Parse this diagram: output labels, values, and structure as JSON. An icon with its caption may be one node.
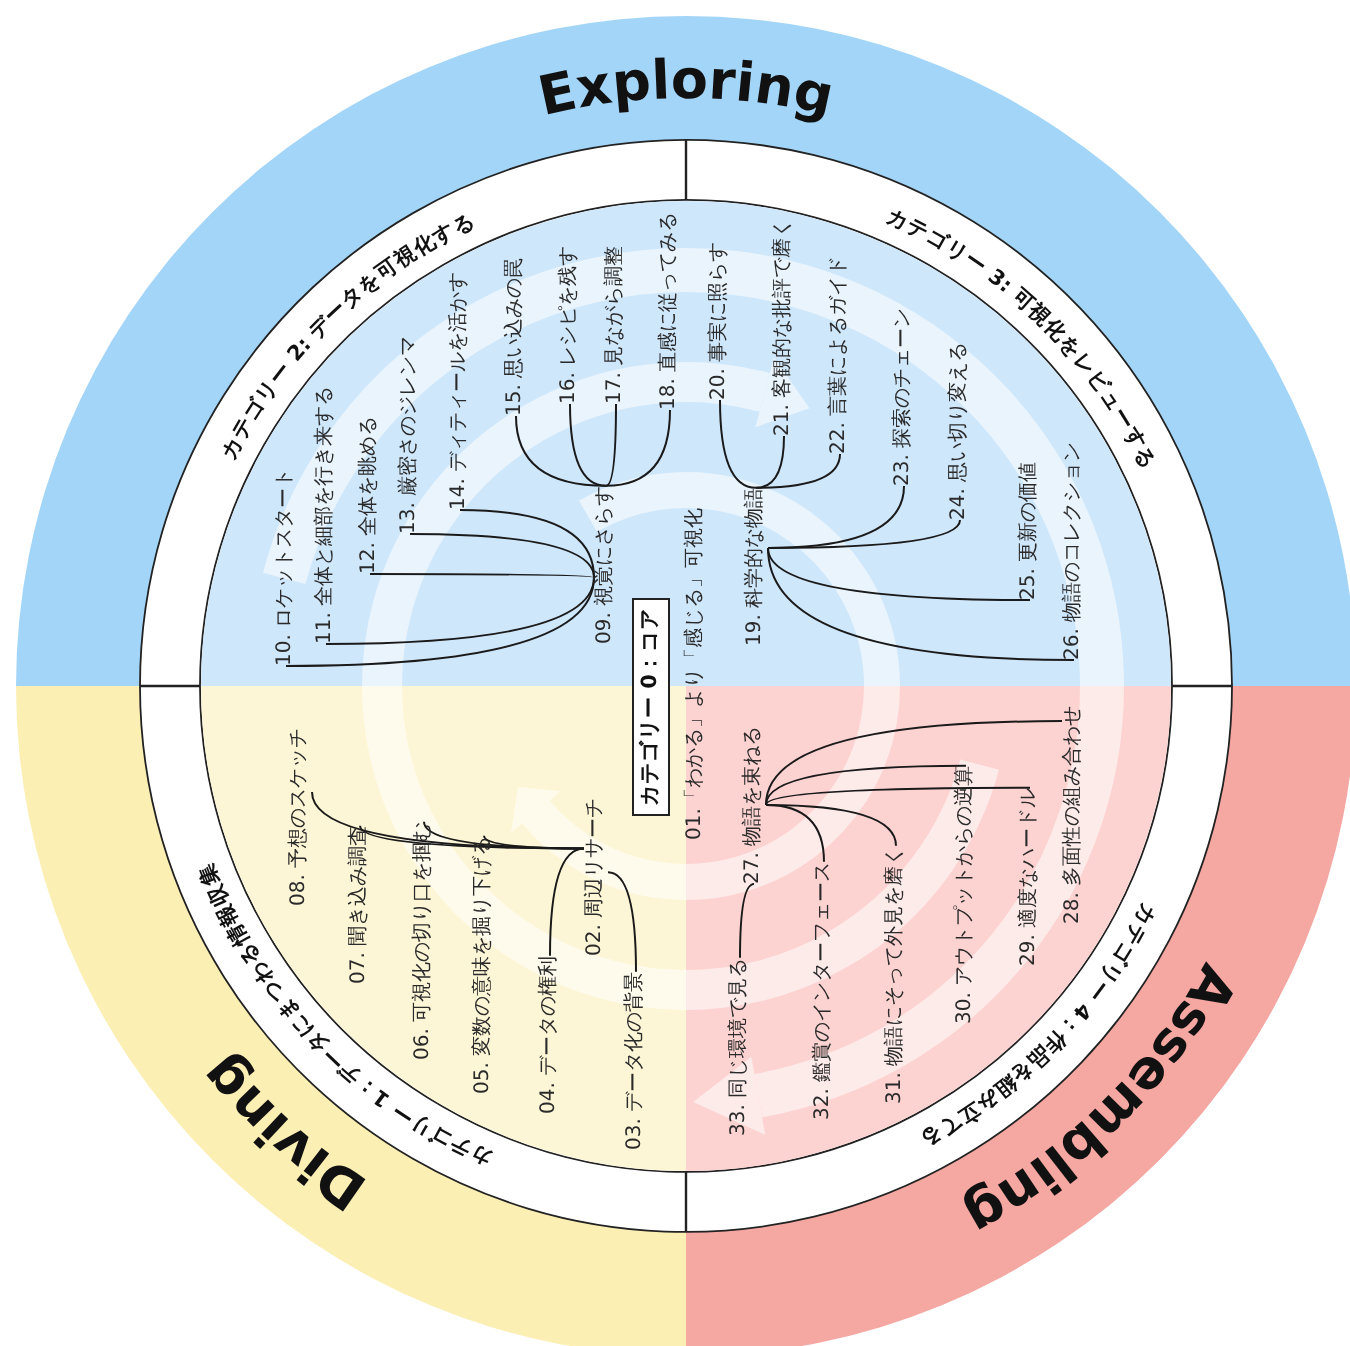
{
  "diagram": {
    "nodes": [
      {
        "text": [
          "カテゴリー 0：コア"
        ]
      },
      {
        "text": [
          "02. 周辺リサーチ"
        ]
      },
      {
        "text": [
          "03. データ化の背景"
        ]
      },
      {
        "text": [
          "04. データの権利"
        ]
      },
      {
        "text": [
          "05. 変数の意味を掘り下げる"
        ]
      },
      {
        "text": [
          "06. 可視化の切り口を掴む"
        ]
      },
      {
        "text": [
          "07. 聞き込み調査"
        ]
      },
      {
        "text": [
          "08. 予想のスケッチ"
        ]
      },
      {
        "text": [
          "09. 視覚にさらす"
        ]
      },
      {
        "text": [
          "10. ロケットスタート"
        ]
      },
      {
        "text": [
          "11. 全体と細部を行き来する"
        ]
      },
      {
        "text": [
          "12. 全体を眺める"
        ]
      },
      {
        "text": [
          "13. 厳密さのジレンマ"
        ]
      },
      {
        "text": [
          "14. ディティールを活かす"
        ]
      },
      {
        "text": [
          "15. 思い込みの罠"
        ]
      },
      {
        "text": [
          "16. レシピを残す"
        ]
      },
      {
        "text": [
          "17. 見ながら調整"
        ]
      },
      {
        "text": [
          "18. 直感に従ってみる"
        ]
      },
      {
        "text": [
          "19. 科学的な物語"
        ]
      },
      {
        "text": [
          "20. 事実に照らす"
        ]
      },
      {
        "text": [
          "21. 客観的な批評で磨く"
        ]
      },
      {
        "text": [
          "22. 言葉によるガイド"
        ]
      },
      {
        "text": [
          "23. 探索のチェーン"
        ]
      },
      {
        "text": [
          "24. 思い切り変える"
        ]
      },
      {
        "text": [
          "25. 更新の価値"
        ]
      },
      {
        "text": [
          "26. 物語のコレクション"
        ]
      },
      {
        "text": [
          "27. 物語を束ねる"
        ]
      },
      {
        "text": [
          "28. 多面性の組み合わせ"
        ]
      },
      {
        "text": [
          "29. 適度なハードル"
        ]
      },
      {
        "text": [
          "30. アウトプットからの逆算"
        ]
      },
      {
        "text": [
          "31. 物語にそって外見を磨く"
        ]
      },
      {
        "text": [
          "32. 鑑賞のインターフェース"
        ]
      },
      {
        "text": [
          "33. 同じ環境で見る"
        ]
      }
    ],
    "edges": [
      {
        "from": 1,
        "to": 2,
        "arrow": "none"
      },
      {
        "from": 1,
        "to": 3,
        "arrow": "none"
      },
      {
        "from": 1,
        "to": 4,
        "arrow": "none"
      },
      {
        "from": 1,
        "to": 5,
        "arrow": "none"
      },
      {
        "from": 1,
        "to": 6,
        "arrow": "none"
      },
      {
        "from": 1,
        "to": 7,
        "arrow": "none"
      },
      {
        "from": 8,
        "to": 9,
        "arrow": "none"
      },
      {
        "from": 8,
        "to": 10,
        "arrow": "none"
      },
      {
        "from": 8,
        "to": 11,
        "arrow": "none"
      },
      {
        "from": 8,
        "to": 12,
        "arrow": "none"
      },
      {
        "from": 8,
        "to": 13,
        "arrow": "none"
      },
      {
        "from": 8,
        "to": 14,
        "arrow": "none"
      },
      {
        "from": 8,
        "to": 15,
        "arrow": "none"
      },
      {
        "from": 8,
        "to": 16,
        "arrow": "none"
      },
      {
        "from": 8,
        "to": 17,
        "arrow": "none"
      },
      {
        "from": 18,
        "to": 19,
        "arrow": "none"
      },
      {
        "from": 18,
        "to": 20,
        "arrow": "none"
      },
      {
        "from": 18,
        "to": 21,
        "arrow": "none"
      },
      {
        "from": 18,
        "to": 22,
        "arrow": "none"
      },
      {
        "from": 18,
        "to": 23,
        "arrow": "none"
      },
      {
        "from": 18,
        "to": 24,
        "arrow": "none"
      },
      {
        "from": 18,
        "to": 25,
        "arrow": "none"
      },
      {
        "from": 26,
        "to": 27,
        "arrow": "none"
      },
      {
        "from": 26,
        "to": 28,
        "arrow": "none"
      },
      {
        "from": 26,
        "to": 29,
        "arrow": "none"
      },
      {
        "from": 26,
        "to": 30,
        "arrow": "none"
      },
      {
        "from": 26,
        "to": 31,
        "arrow": "none"
      },
      {
        "from": 26,
        "to": 32,
        "arrow": "none"
      }
    ],
    "labels": [
      "Exploring",
      "カテゴリー 2: データを可視化する",
      "カテゴリー 3: 可視化をレビューする",
      "01.「わかる」より「感じる」可視化",
      "カテゴリー 1：データにまつわる情報収集",
      "カテゴリー 4：作品を組み立てる",
      "Diving",
      "Assembling"
    ]
  }
}
